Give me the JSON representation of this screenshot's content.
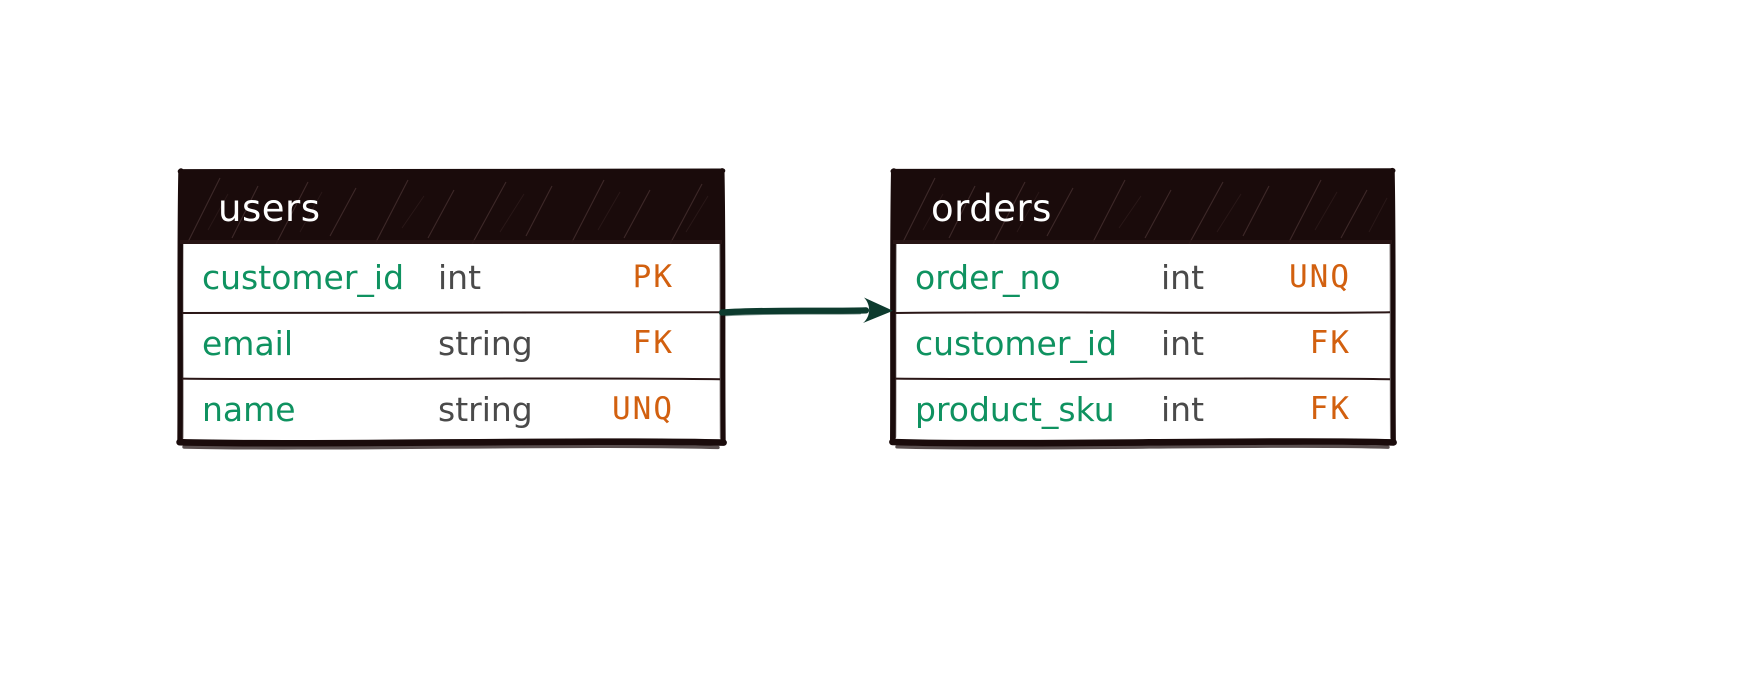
{
  "diagram": {
    "kind": "entity-relationship-diagram",
    "style": "hand-drawn-sketch",
    "background_color": "#ffffff",
    "colors": {
      "header_fill": "#1a0b0b",
      "header_text": "#ffffff",
      "border": "#1a0b0b",
      "column_name": "#0f9260",
      "column_type": "#4a4a4a",
      "column_key": "#d2600f",
      "relationship_line": "#0d3b2e",
      "row_fill": "#ffffff"
    }
  },
  "entities": [
    {
      "id": "users",
      "title": "users",
      "columns": [
        {
          "name": "customer_id",
          "type": "int",
          "key": "PK"
        },
        {
          "name": "email",
          "type": "string",
          "key": "FK"
        },
        {
          "name": "name",
          "type": "string",
          "key": "UNQ"
        }
      ]
    },
    {
      "id": "orders",
      "title": "orders",
      "columns": [
        {
          "name": "order_no",
          "type": "int",
          "key": "UNQ"
        },
        {
          "name": "customer_id",
          "type": "int",
          "key": "FK"
        },
        {
          "name": "product_sku",
          "type": "int",
          "key": "FK"
        }
      ]
    }
  ],
  "relationships": [
    {
      "id": "users-to-orders",
      "from": "users",
      "to": "orders",
      "label": "",
      "arrow": "single-head-right"
    }
  ]
}
